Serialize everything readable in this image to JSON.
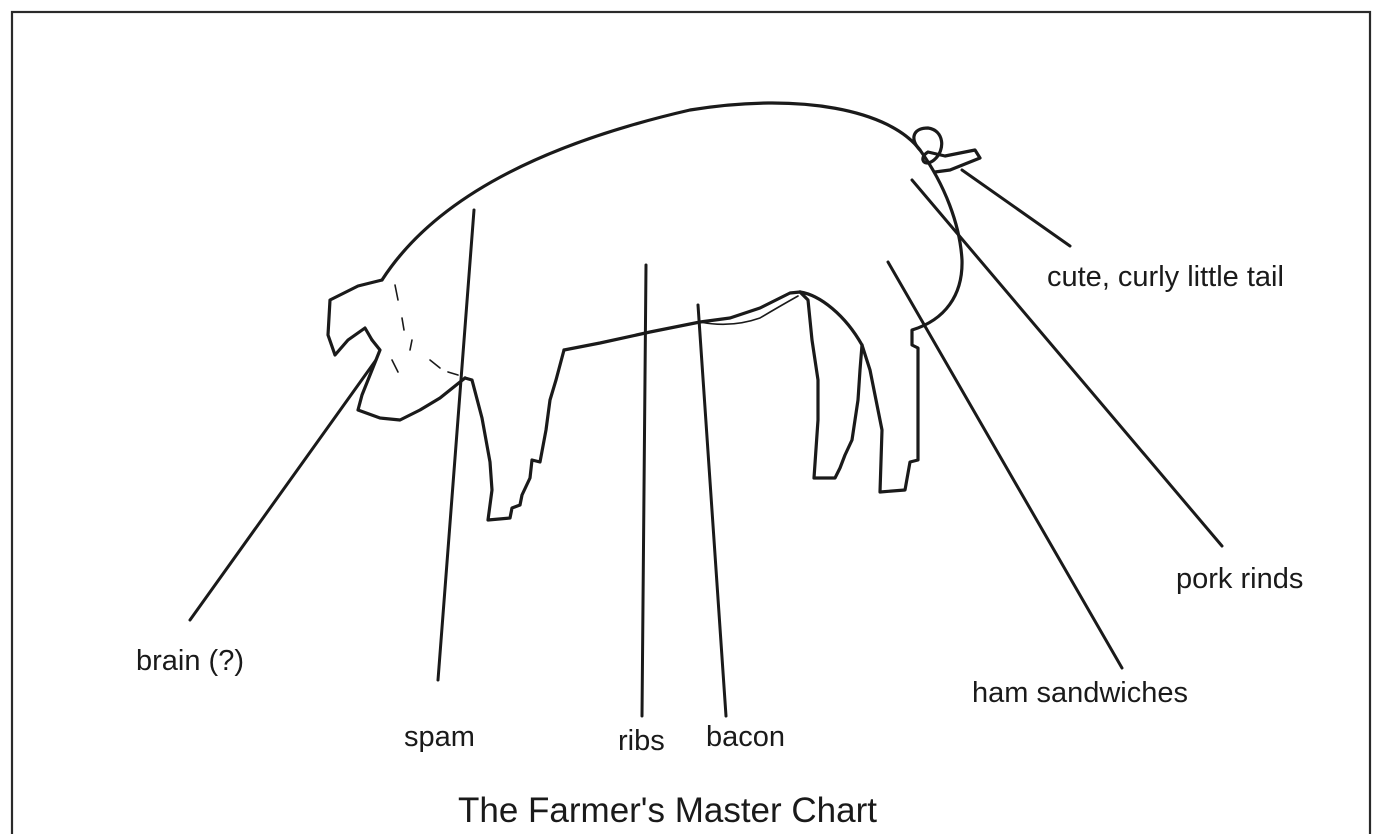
{
  "diagram": {
    "title": "The Farmer's Master Chart",
    "labels": {
      "tail": "cute, curly little tail",
      "pork_rinds": "pork rinds",
      "ham": "ham sandwiches",
      "brain": "brain (?)",
      "spam": "spam",
      "ribs": "ribs",
      "bacon": "bacon"
    }
  }
}
